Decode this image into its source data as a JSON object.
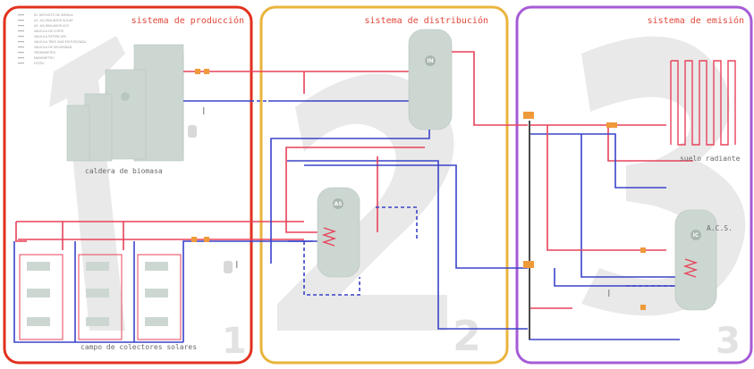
{
  "panels": [
    {
      "id": "production",
      "number": "1",
      "title": "sistema de producción",
      "color": "#e2311d"
    },
    {
      "id": "distribution",
      "number": "2",
      "title": "sistema de distribución",
      "color": "#eab43c"
    },
    {
      "id": "emission",
      "number": "3",
      "title": "sistema de emisión",
      "color": "#a65bd6"
    }
  ],
  "captions": {
    "boiler": "caldera de biomasa",
    "collectors": "campo de colectores solares",
    "floor": "suelo radiante",
    "acs": "A.C.S."
  },
  "tanks": {
    "buffer": "IN",
    "solar": "AS",
    "dhw": "IC"
  },
  "legend": [
    "ID. DEPOSITO DE INERCIA",
    "AS. ACUMULADOR SOLAR",
    "AS. ACUMULADOR ACS",
    "VALVULA DE CORTE",
    "VALVULA RETENCION",
    "VALVULA TRES VIAS MOTORIZADA",
    "VALVULA DE SEGURIDAD",
    "TERMOMETRO",
    "MANOMETRO",
    "FILTRO"
  ],
  "colors": {
    "hot_pipe": "#e8425a",
    "cold_pipe": "#3a43c9",
    "equipment": "#ccd7d1"
  }
}
